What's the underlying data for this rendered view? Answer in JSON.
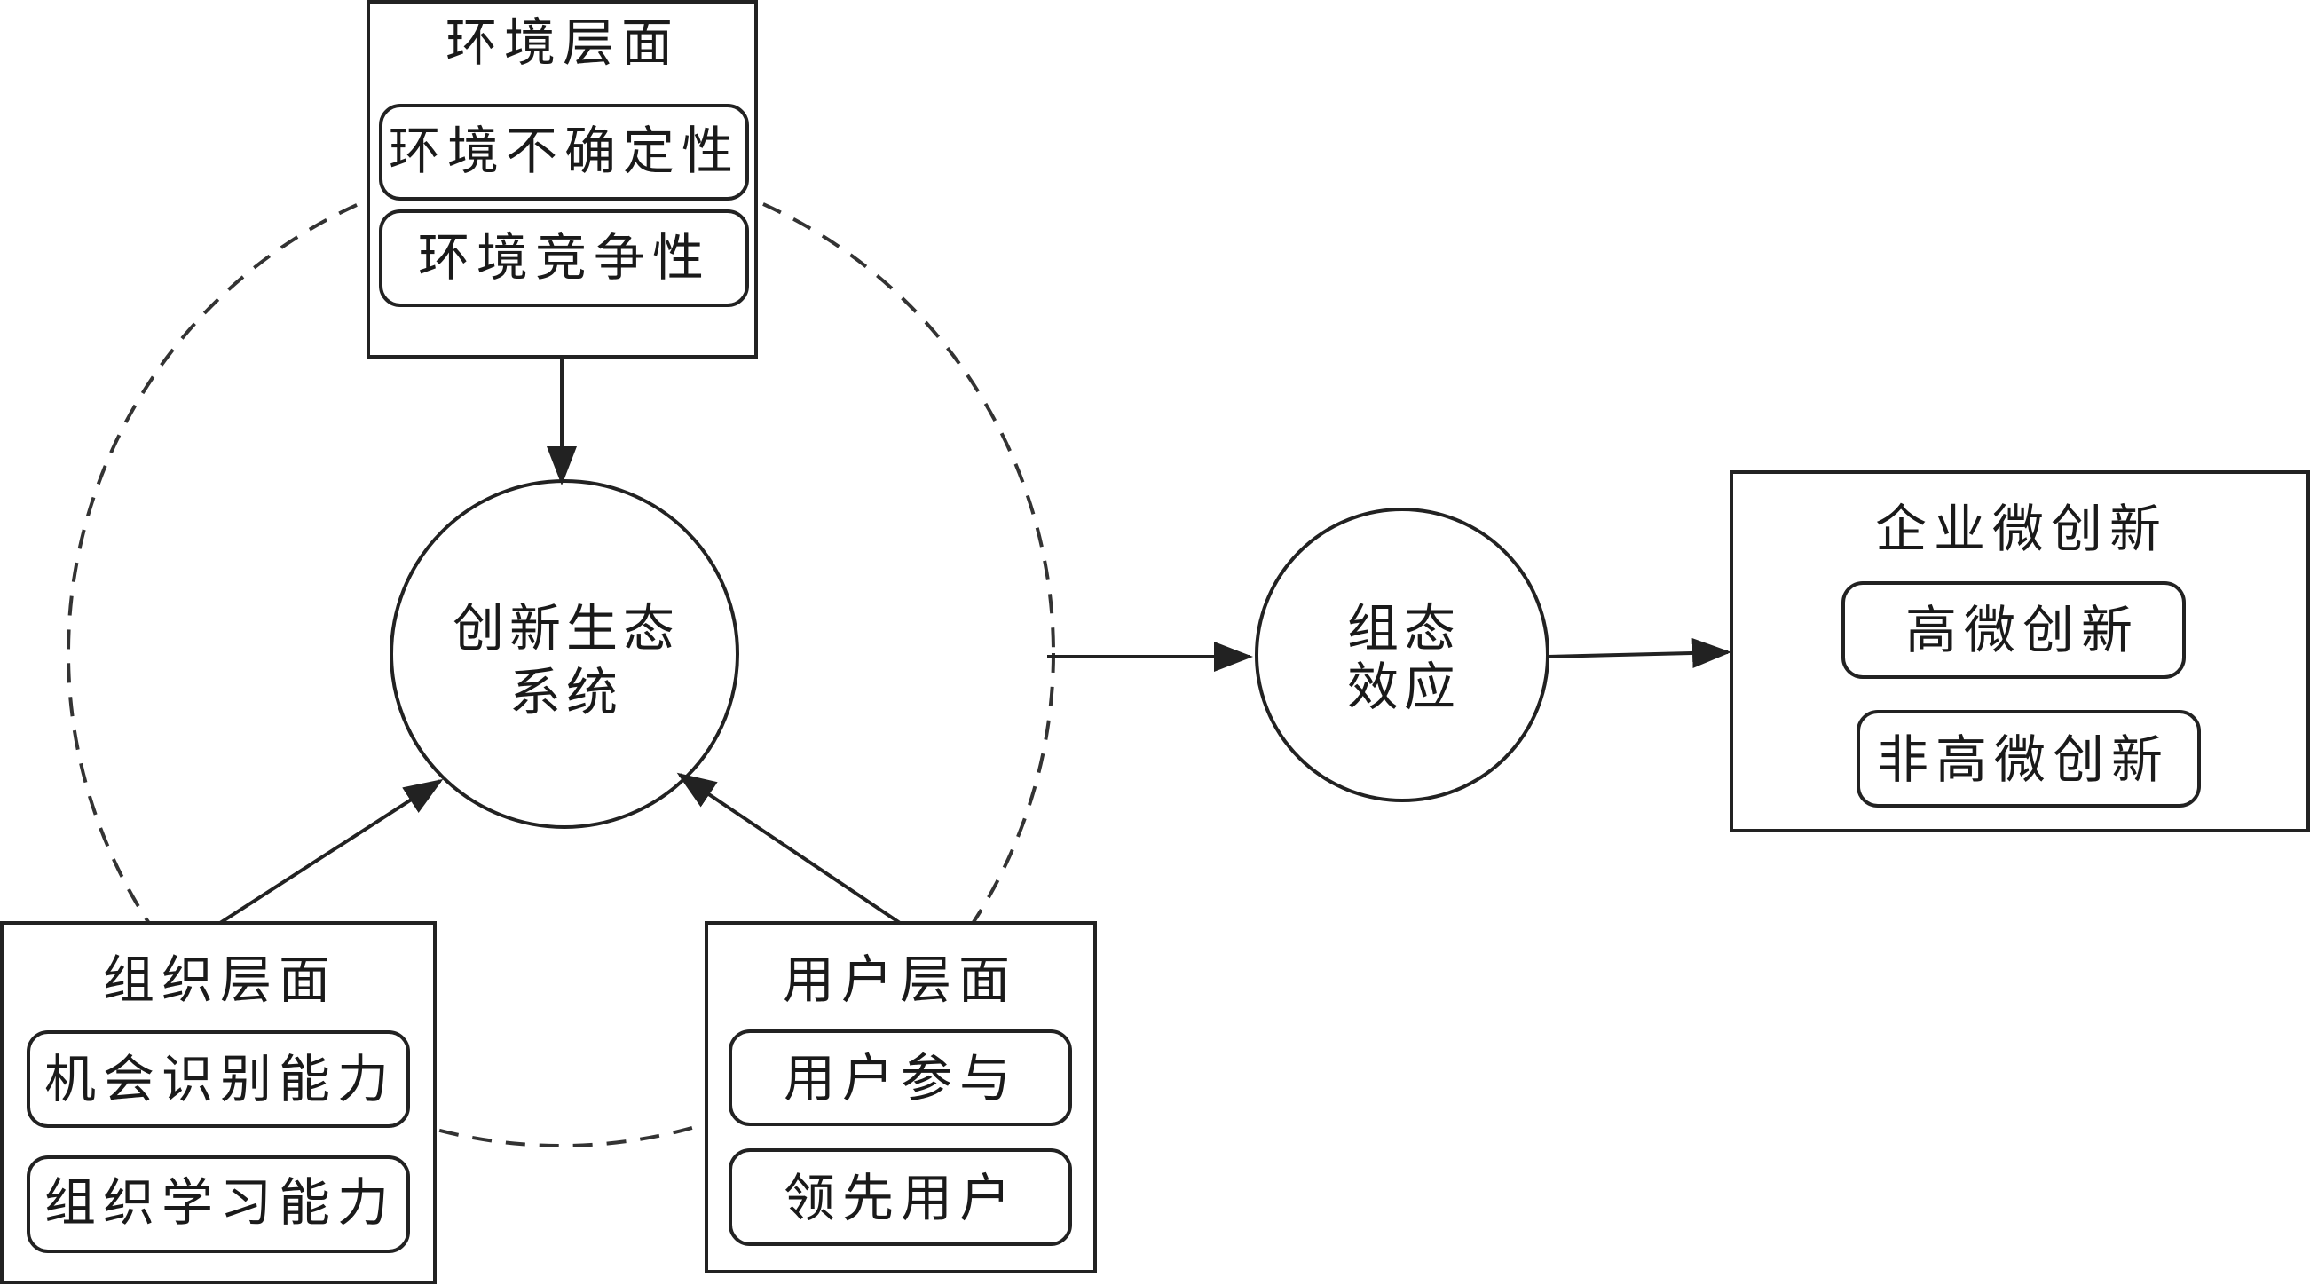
{
  "diagram": {
    "environment": {
      "title": "环境层面",
      "items": [
        "环境不确定性",
        "环境竞争性"
      ]
    },
    "organization": {
      "title": "组织层面",
      "items": [
        "机会识别能力",
        "组织学习能力"
      ]
    },
    "user": {
      "title": "用户层面",
      "items": [
        "用户参与",
        "领先用户"
      ]
    },
    "ecosystem": {
      "line1": "创新生态",
      "line2": "系统"
    },
    "config_effect": {
      "line1": "组态",
      "line2": "效应"
    },
    "outcome": {
      "title": "企业微创新",
      "items": [
        "高微创新",
        "非高微创新"
      ]
    }
  },
  "colors": {
    "stroke": "#222222",
    "text": "#1a1a1a",
    "background": "#ffffff"
  }
}
